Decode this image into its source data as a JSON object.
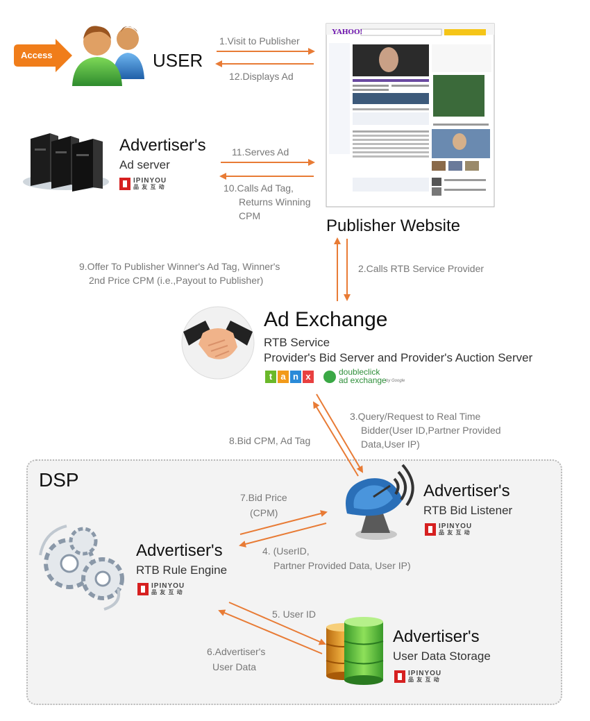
{
  "user": {
    "access_label": "Access",
    "title": "USER"
  },
  "publisher": {
    "title": "Publisher Website",
    "yahoo_logo": "YAHOO!"
  },
  "ad_server": {
    "title": "Advertiser's",
    "subtitle": "Ad server"
  },
  "exchange": {
    "title": "Ad Exchange",
    "line1": "RTB Service",
    "line2": "Provider's Bid Server and Provider's Auction Server",
    "tanx": [
      "t",
      "a",
      "n",
      "x"
    ],
    "doubleclick": "doubleclick",
    "adexchange": "ad exchange",
    "bygoogle": "by Google"
  },
  "dsp": {
    "label": "DSP"
  },
  "bid_listener": {
    "title": "Advertiser's",
    "subtitle": "RTB Bid Listener"
  },
  "rule_engine": {
    "title": "Advertiser's",
    "subtitle": "RTB Rule Engine"
  },
  "storage": {
    "title": "Advertiser's",
    "subtitle": "User Data Storage"
  },
  "brand": {
    "name": "IPINYOU",
    "sub": "品 友 互 动"
  },
  "steps": {
    "s1": "1.Visit to Publisher",
    "s12": "12.Displays Ad",
    "s11": "11.Serves Ad",
    "s10": [
      "10.Calls Ad Tag,",
      "Returns Winning",
      "CPM"
    ],
    "s9": [
      "9.Offer To Publisher  Winner's Ad Tag,  Winner's",
      "2nd Price CPM (i.e.,Payout to Publisher)"
    ],
    "s2": "2.Calls RTB Service Provider",
    "s3": [
      "3.Query/Request to Real Time",
      "Bidder(User ID,Partner Provided",
      "Data,User IP)"
    ],
    "s8": "8.Bid CPM,  Ad Tag",
    "s7": [
      "7.Bid Price",
      "(CPM)"
    ],
    "s4": [
      "4. (UserID,",
      "Partner Provided Data,   User IP)"
    ],
    "s5": "5. User  ID",
    "s6": [
      "6.Advertiser's",
      "User Data"
    ]
  },
  "colors": {
    "arrow": "#e87b35",
    "access": "#f07d1a",
    "brand_red": "#d62020",
    "dsp_bg": "#f3f3f3"
  }
}
